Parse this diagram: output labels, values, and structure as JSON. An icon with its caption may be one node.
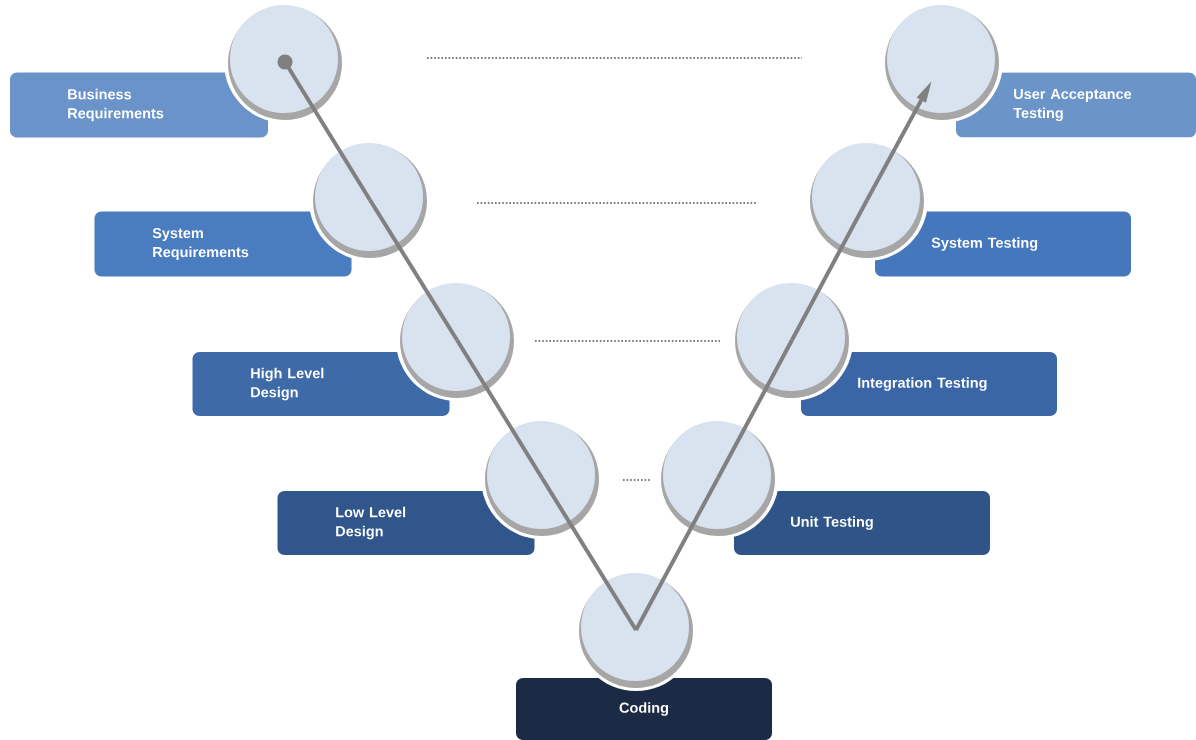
{
  "diagram": {
    "nodes": [
      {
        "text": [
          "Business Requirements"
        ]
      },
      {
        "text": [],
        "shape": "circle"
      },
      {
        "text": [
          "System Requirements"
        ]
      },
      {
        "text": [],
        "shape": "circle"
      },
      {
        "text": [
          "High Level Design"
        ]
      },
      {
        "text": [],
        "shape": "circle"
      },
      {
        "text": [
          "Low Level Design"
        ]
      },
      {
        "text": [],
        "shape": "circle"
      },
      {
        "text": [],
        "shape": "circle"
      },
      {
        "text": [
          "Coding"
        ]
      },
      {
        "text": [],
        "shape": "circle"
      },
      {
        "text": [
          "Unit Testing"
        ]
      },
      {
        "text": [],
        "shape": "circle"
      },
      {
        "text": [
          "Integration Testing"
        ]
      },
      {
        "text": [],
        "shape": "circle"
      },
      {
        "text": [
          "System Testing"
        ]
      },
      {
        "text": [],
        "shape": "circle"
      },
      {
        "text": [
          "User Acceptance Testing"
        ]
      }
    ],
    "edges": [
      {
        "from": 1,
        "to": 3,
        "arrow": "other"
      },
      {
        "from": 3,
        "to": 5,
        "arrow": "none"
      },
      {
        "from": 5,
        "to": 7,
        "arrow": "none"
      },
      {
        "from": 7,
        "to": 8,
        "arrow": "none"
      },
      {
        "from": 8,
        "to": 10,
        "arrow": "none"
      },
      {
        "from": 10,
        "to": 12,
        "arrow": "none"
      },
      {
        "from": 12,
        "to": 14,
        "arrow": "none"
      },
      {
        "from": 14,
        "to": 16,
        "arrow": "to"
      }
    ]
  }
}
